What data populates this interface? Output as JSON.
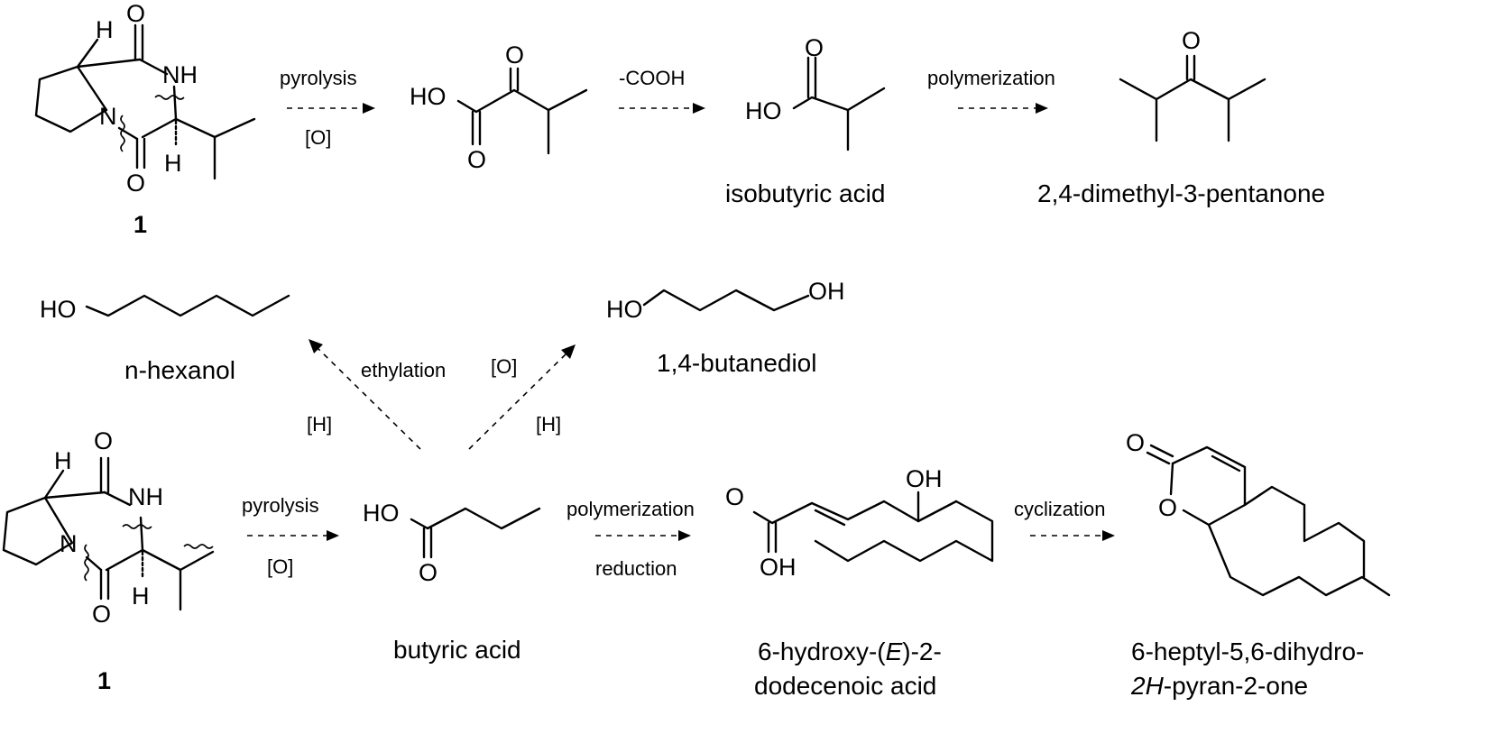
{
  "compounds": {
    "top_compound": "1",
    "isobutyric": "isobutyric acid",
    "dimethylpentanone": "2,4-dimethyl-3-pentanone",
    "hexanol": "n-hexanol",
    "butanediol": "1,4-butanediol",
    "bottom_compound": "1",
    "butyric": "butyric acid",
    "hydroxy_acid_line1_a": "6-hydroxy-(",
    "hydroxy_acid_line1_e": "E",
    "hydroxy_acid_line1_b": ")-2-",
    "hydroxy_acid_line2": "dodecenoic acid",
    "pyranone_line1": "6-heptyl-5,6-dihydro-",
    "pyranone_line2_h": "2H",
    "pyranone_line2_rest": "-pyran-2-one"
  },
  "conditions": {
    "top_pyrolysis": "pyrolysis",
    "top_oxidation": "[O]",
    "decarboxylation": "-COOH",
    "top_polymerization": "polymerization",
    "ethylation": "ethylation",
    "hexanol_reduction": "[H]",
    "diol_oxidation": "[O]",
    "diol_reduction": "[H]",
    "bottom_pyrolysis": "pyrolysis",
    "bottom_oxidation": "[O]",
    "bottom_polymerization": "polymerization",
    "reduction": "reduction",
    "cyclization": "cyclization"
  },
  "atoms": {
    "H": "H",
    "N": "N",
    "O": "O",
    "NH": "NH",
    "HO": "HO",
    "OH": "OH"
  }
}
